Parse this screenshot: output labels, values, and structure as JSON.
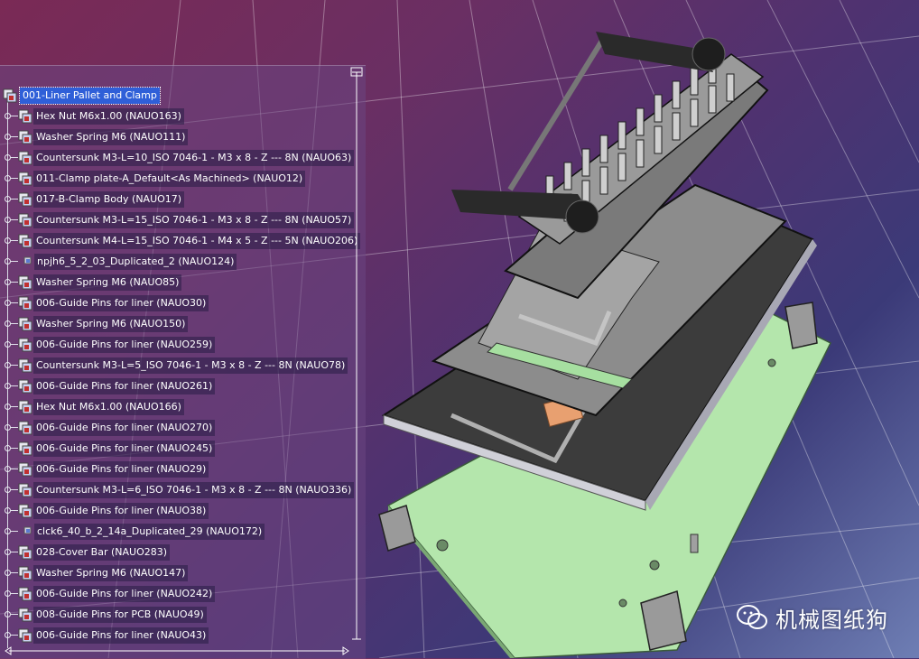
{
  "colors": {
    "panel_bg": "#6a4682",
    "selection": "#2f5fd8",
    "base_plate": "#b8e8b0",
    "metal": "#8c8c8c",
    "copper_pad": "#e8a070"
  },
  "tree": {
    "items": [
      {
        "label": "001-Liner Pallet and Clamp",
        "icon": "product-icon",
        "selected": true,
        "indent": 0
      },
      {
        "label": "Hex Nut M6x1.00 (NAUO163)",
        "icon": "part-icon",
        "indent": 1
      },
      {
        "label": "Washer Spring M6 (NAUO111)",
        "icon": "part-icon",
        "indent": 1
      },
      {
        "label": "Countersunk M3-L=10_ISO 7046-1 - M3 x 8 - Z --- 8N (NAUO63)",
        "icon": "part-icon",
        "indent": 1
      },
      {
        "label": "011-Clamp plate-A_Default<As Machined> (NAUO12)",
        "icon": "part-icon",
        "indent": 1
      },
      {
        "label": "017-B-Clamp Body (NAUO17)",
        "icon": "part-icon",
        "indent": 1
      },
      {
        "label": "Countersunk M3-L=15_ISO 7046-1 - M3 x 8 - Z --- 8N (NAUO57)",
        "icon": "part-icon",
        "indent": 1
      },
      {
        "label": "Countersunk M4-L=15_ISO 7046-1 - M4 x 5 - Z --- 5N (NAUO206)",
        "icon": "part-icon",
        "indent": 1
      },
      {
        "label": "npjh6_5_2_03_Duplicated_2 (NAUO124)",
        "icon": "part-icon-small",
        "indent": 2
      },
      {
        "label": "Washer Spring M6 (NAUO85)",
        "icon": "part-icon",
        "indent": 1
      },
      {
        "label": "006-Guide Pins for liner (NAUO30)",
        "icon": "part-icon",
        "indent": 1
      },
      {
        "label": "Washer Spring M6 (NAUO150)",
        "icon": "part-icon",
        "indent": 1
      },
      {
        "label": "006-Guide Pins for liner (NAUO259)",
        "icon": "part-icon",
        "indent": 1
      },
      {
        "label": "Countersunk M3-L=5_ISO 7046-1 - M3 x 8 - Z --- 8N (NAUO78)",
        "icon": "part-icon",
        "indent": 1
      },
      {
        "label": "006-Guide Pins for liner (NAUO261)",
        "icon": "part-icon",
        "indent": 1
      },
      {
        "label": "Hex Nut M6x1.00 (NAUO166)",
        "icon": "part-icon",
        "indent": 1
      },
      {
        "label": "006-Guide Pins for liner (NAUO270)",
        "icon": "part-icon",
        "indent": 1
      },
      {
        "label": "006-Guide Pins for liner (NAUO245)",
        "icon": "part-icon",
        "indent": 1
      },
      {
        "label": "006-Guide Pins for liner (NAUO29)",
        "icon": "part-icon",
        "indent": 1
      },
      {
        "label": "Countersunk M3-L=6_ISO 7046-1 - M3 x 8 - Z --- 8N (NAUO336)",
        "icon": "part-icon",
        "indent": 1
      },
      {
        "label": "006-Guide Pins for liner (NAUO38)",
        "icon": "part-icon",
        "indent": 1
      },
      {
        "label": "clck6_40_b_2_14a_Duplicated_29 (NAUO172)",
        "icon": "part-icon-small",
        "indent": 2
      },
      {
        "label": "028-Cover Bar (NAUO283)",
        "icon": "part-icon",
        "indent": 1
      },
      {
        "label": "Washer Spring M6 (NAUO147)",
        "icon": "part-icon",
        "indent": 1
      },
      {
        "label": "006-Guide Pins for liner (NAUO242)",
        "icon": "part-icon",
        "indent": 1
      },
      {
        "label": "008-Guide Pins for PCB (NAUO49)",
        "icon": "part-icon",
        "indent": 1
      },
      {
        "label": "006-Guide Pins for liner (NAUO43)",
        "icon": "part-icon",
        "indent": 1
      }
    ]
  },
  "watermark": {
    "text": "机械图纸狗",
    "icon": "wechat-icon"
  }
}
